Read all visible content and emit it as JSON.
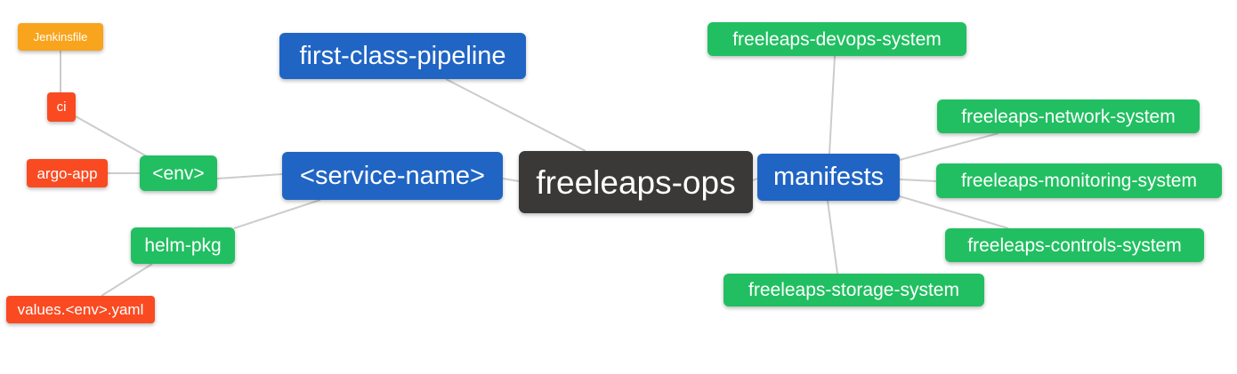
{
  "colors": {
    "root_bg": "#3B3838",
    "primary_bg": "#2065C4",
    "secondary_bg": "#21BF61",
    "leaf_red_bg": "#FA4A21",
    "leaf_orange_bg": "#F8A41D",
    "edge": "#CCCCCC",
    "text": "#FFFFFF",
    "background": "#FFFFFF"
  },
  "map": {
    "root": {
      "label": "freeleaps-ops"
    },
    "left": {
      "first_class_pipeline": {
        "label": "first-class-pipeline"
      },
      "service_name": {
        "label": "<service-name>"
      },
      "env": {
        "label": "<env>"
      },
      "ci": {
        "label": "ci"
      },
      "jenkinsfile": {
        "label": "Jenkinsfile"
      },
      "argo_app": {
        "label": "argo-app"
      },
      "helm_pkg": {
        "label": "helm-pkg"
      },
      "values_env_yaml": {
        "label": "values.<env>.yaml"
      }
    },
    "right": {
      "manifests": {
        "label": "manifests"
      },
      "devops_system": {
        "label": "freeleaps-devops-system"
      },
      "network_system": {
        "label": "freeleaps-network-system"
      },
      "monitoring_system": {
        "label": "freeleaps-monitoring-system"
      },
      "controls_system": {
        "label": "freeleaps-controls-system"
      },
      "storage_system": {
        "label": "freeleaps-storage-system"
      }
    },
    "edges": [
      [
        "jenkinsfile",
        "ci"
      ],
      [
        "ci",
        "env"
      ],
      [
        "argo_app",
        "env"
      ],
      [
        "env",
        "service_name"
      ],
      [
        "helm_pkg",
        "service_name"
      ],
      [
        "values_env_yaml",
        "helm_pkg"
      ],
      [
        "first_class_pipeline",
        "root"
      ],
      [
        "service_name",
        "root"
      ],
      [
        "root",
        "manifests"
      ],
      [
        "manifests",
        "devops_system"
      ],
      [
        "manifests",
        "network_system"
      ],
      [
        "manifests",
        "monitoring_system"
      ],
      [
        "manifests",
        "controls_system"
      ],
      [
        "manifests",
        "storage_system"
      ]
    ]
  }
}
